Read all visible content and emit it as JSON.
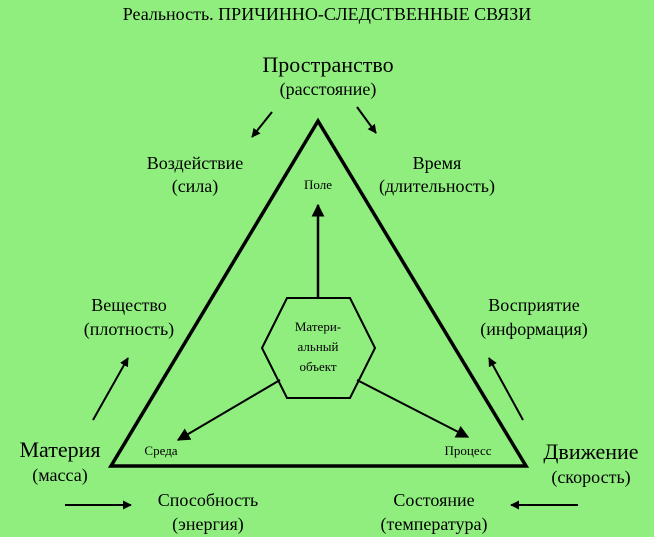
{
  "title": "Реальность. ПРИЧИННО-СЛЕДСТВЕННЫЕ СВЯЗИ",
  "corners": {
    "top": {
      "name": "Пространство",
      "sub": "(расстояние)"
    },
    "left": {
      "name": "Материя",
      "sub": "(масса)"
    },
    "right": {
      "name": "Движение",
      "sub": "(скорость)"
    }
  },
  "relations": {
    "top_left": {
      "name": "Воздействие",
      "sub": "(сила)"
    },
    "top_right": {
      "name": "Время",
      "sub": "(длительность)"
    },
    "mid_left": {
      "name": "Вещество",
      "sub": "(плотность)"
    },
    "mid_right": {
      "name": "Восприятие",
      "sub": "(информация)"
    },
    "bottom_left": {
      "name": "Способность",
      "sub": "(энергия)"
    },
    "bottom_right": {
      "name": "Состояние",
      "sub": "(температура)"
    }
  },
  "inner": {
    "field": "Поле",
    "medium": "Среда",
    "process": "Процесс",
    "center_lines": [
      "Матери-",
      "альный",
      "объект"
    ]
  },
  "colors": {
    "background": "#90ee7f",
    "ink": "#000000"
  }
}
